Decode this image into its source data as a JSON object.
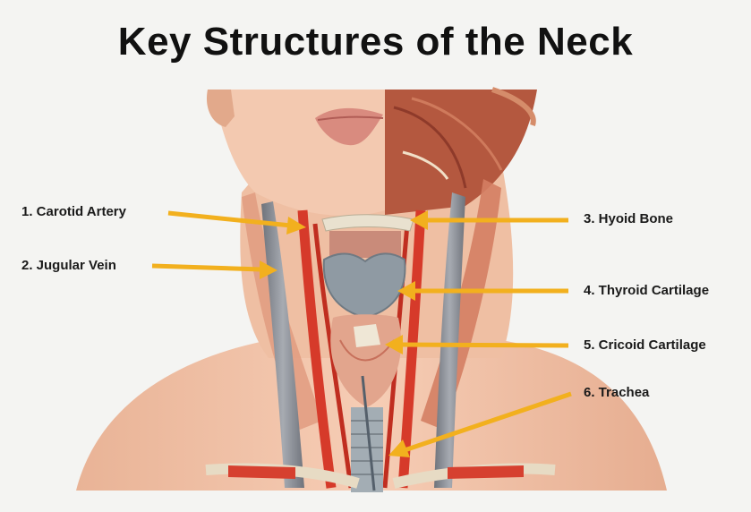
{
  "title": "Key Structures of the Neck",
  "labels": [
    {
      "id": "carotid",
      "text": "1. Carotid Artery"
    },
    {
      "id": "jugular",
      "text": "2. Jugular Vein"
    },
    {
      "id": "hyoid",
      "text": "3. Hyoid Bone"
    },
    {
      "id": "thyroid",
      "text": "4. Thyroid Cartilage"
    },
    {
      "id": "cricoid",
      "text": "5. Cricoid Cartilage"
    },
    {
      "id": "trachea",
      "text": "6. Trachea"
    }
  ],
  "colors": {
    "arrow": "#f2b01e",
    "skin": "#f0c3a8",
    "artery": "#d63a2a",
    "vein": "#8a8e96",
    "cartilage": "#8f9aa3",
    "muscle": "#c9604a"
  }
}
